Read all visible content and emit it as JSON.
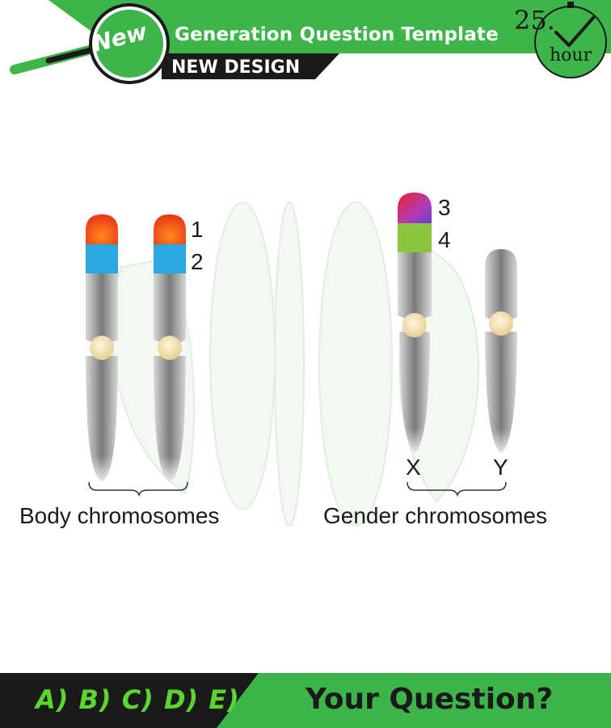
{
  "header": {
    "badge": "New",
    "title": "Generation Question Template",
    "subtitle": "NEW DESIGN",
    "timer_number": "25.",
    "timer_unit": "hour"
  },
  "diagram": {
    "labels": {
      "n1": "1",
      "n2": "2",
      "n3": "3",
      "n4": "4",
      "x": "X",
      "y": "Y"
    },
    "captions": {
      "body": "Body chromosomes",
      "gender": "Gender chromosomes"
    },
    "colors": {
      "band_red": "#f04a1a",
      "band_blue": "#29a8e0",
      "band_purple": "#b23ab8",
      "band_green": "#8cc63e",
      "centromere": "#f2dfae",
      "chromosome_gray": "#8a8a8a"
    }
  },
  "footer": {
    "options": "A) B) C) D) E)",
    "question": "Your Question?"
  },
  "colors": {
    "brand_green": "#3db54a",
    "dark": "#1a1a1a",
    "option_green": "#59d62f"
  }
}
